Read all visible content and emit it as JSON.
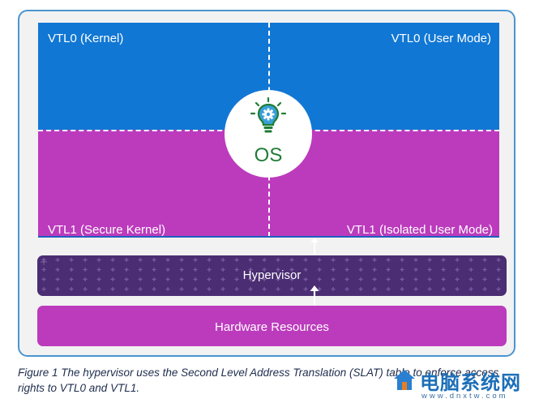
{
  "diagram": {
    "quadrants": {
      "top_left": "VTL0 (Kernel)",
      "top_right": "VTL0 (User Mode)",
      "bottom_left": "VTL1 (Secure Kernel)",
      "bottom_right": "VTL1 (Isolated User Mode)"
    },
    "os": {
      "label": "OS",
      "icon": "lightbulb-gear-icon"
    },
    "hypervisor_label": "Hypervisor",
    "hardware_label": "Hardware Resources",
    "colors": {
      "vtl0": "#1177d4",
      "vtl1": "#bc3bbd",
      "hypervisor": "#4a2d73",
      "hardware": "#bc3bbd",
      "frame_border": "#4a95d2",
      "os_text": "#1f7d35"
    }
  },
  "caption": "Figure 1 The hypervisor uses the Second Level Address Translation (SLAT) table to enforce access rights to VTL0 and VTL1.",
  "watermark": {
    "title": "电脑系统网",
    "url": "www.dnxtw.com",
    "icon": "house-logo-icon"
  }
}
